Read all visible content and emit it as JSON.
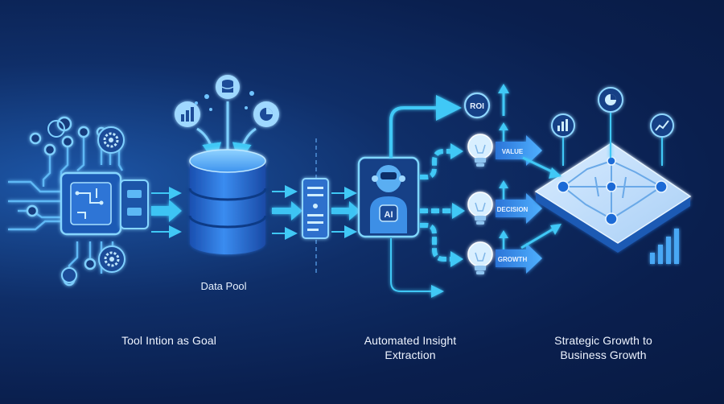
{
  "diagram": {
    "colors": {
      "background_dark": "#0a1f4e",
      "background_light": "#1d57a8",
      "accent_cyan": "#3fc8f5",
      "accent_blue": "#2f86e8",
      "icon_fill": "#9fd8ff"
    },
    "labels": {
      "data_pool": "Data Pool",
      "tool_caption": "Tool Intion as Goal",
      "insight_caption_line1": "Automated Insight",
      "insight_caption_line2": "Extraction",
      "growth_caption_line1": "Strategic Growth to",
      "growth_caption_line2": "Business Growth",
      "ai_badge": "AI",
      "roi": "ROI",
      "value": "VALUE",
      "decision": "DECISION",
      "growth": "GROWTH"
    },
    "icons": [
      "circuit-chip-icon",
      "gear-icon",
      "database-icon",
      "bar-chart-icon",
      "pie-chart-icon",
      "document-icon",
      "robot-icon",
      "lightbulb-icon",
      "line-chart-icon",
      "network-board-icon"
    ]
  }
}
